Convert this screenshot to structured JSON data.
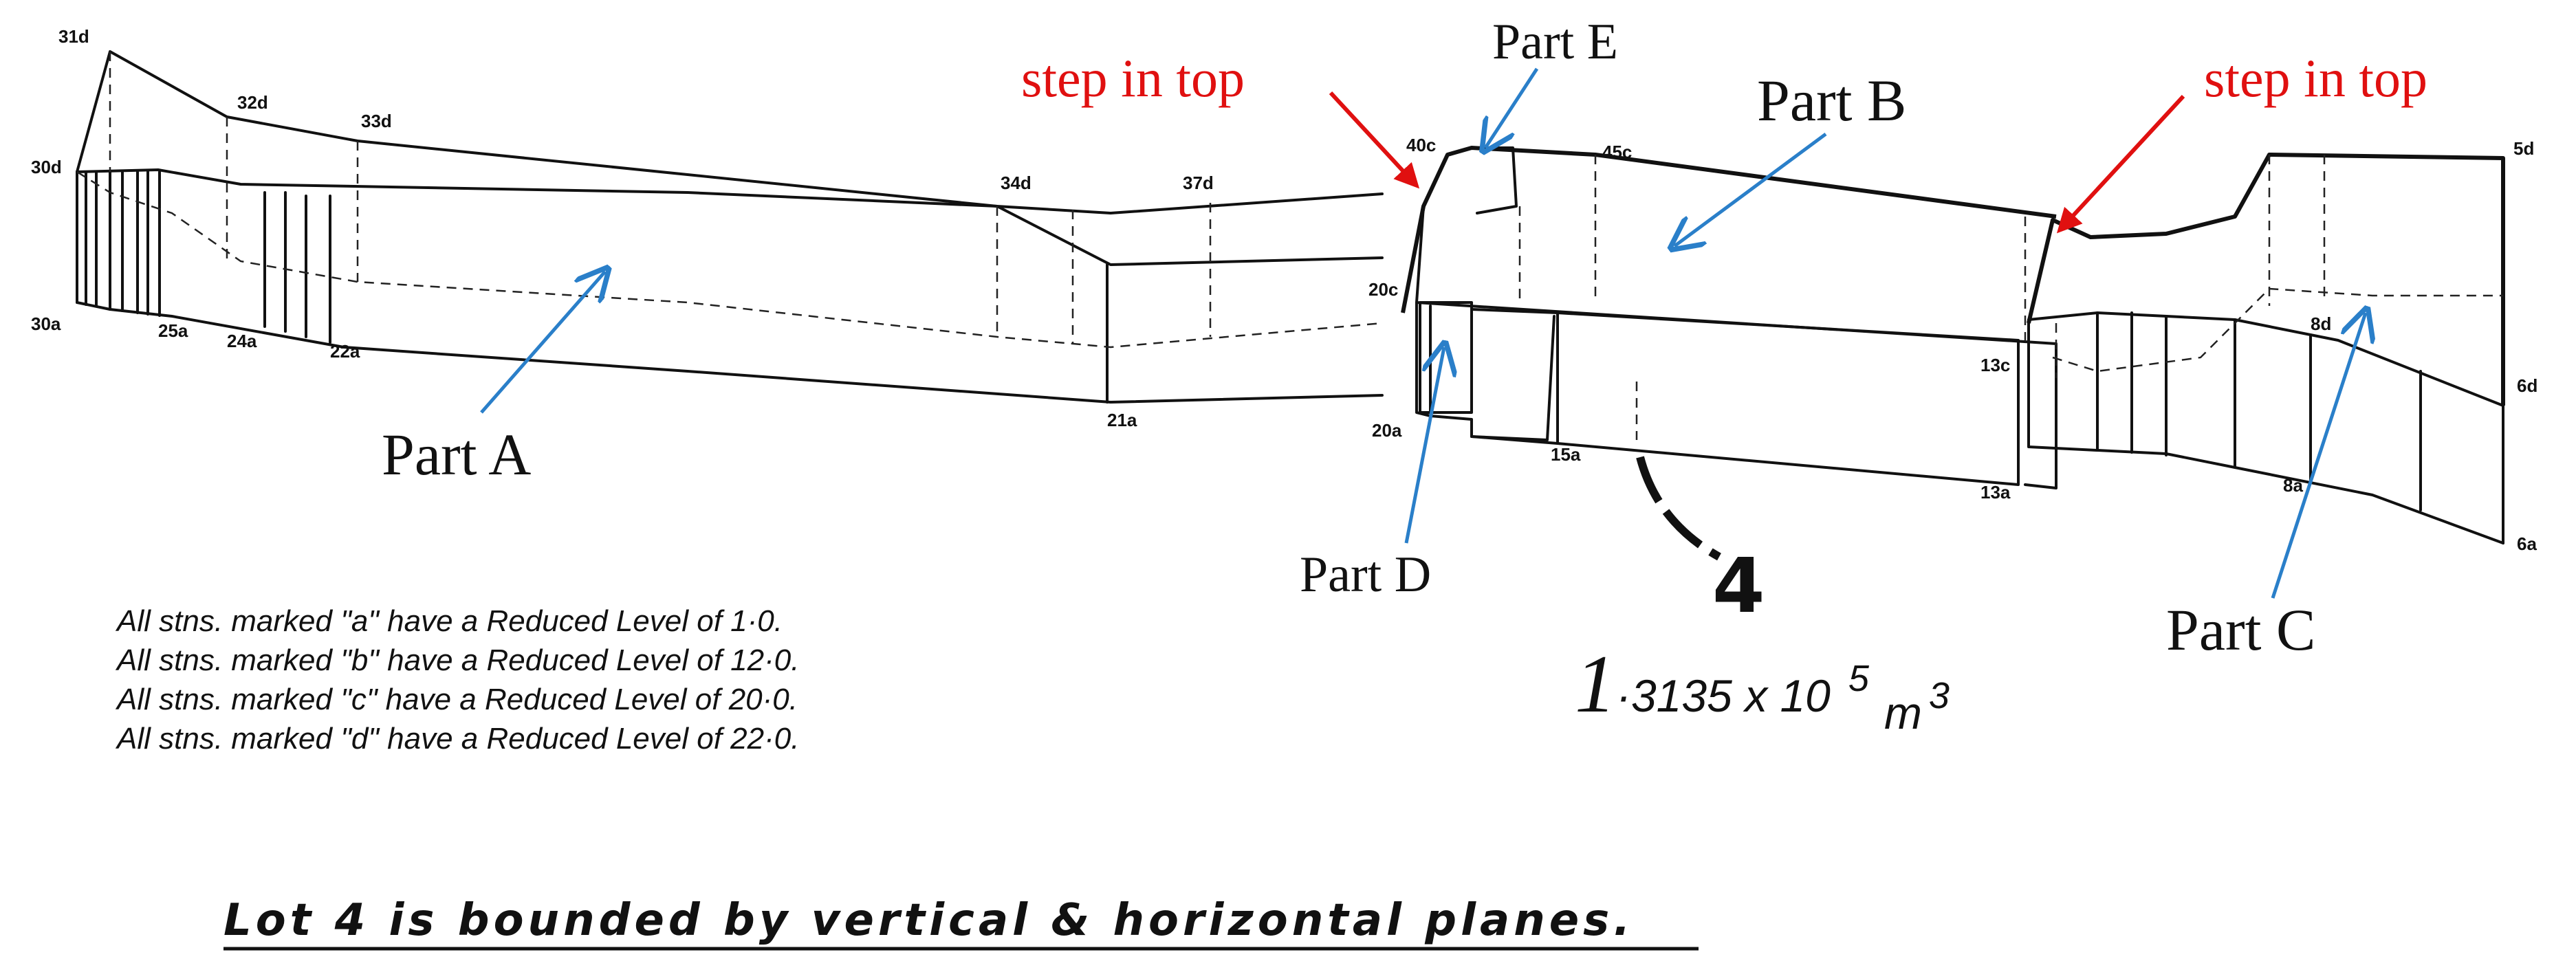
{
  "station_labels": {
    "s31d": "31d",
    "s32d": "32d",
    "s33d": "33d",
    "s34d": "34d",
    "s37d": "37d",
    "s30d": "30d",
    "s30a": "30a",
    "s25a": "25a",
    "s24a": "24a",
    "s22a": "22a",
    "s21a": "21a",
    "s40c": "40c",
    "s45c": "45c",
    "s20c": "20c",
    "s20a": "20a",
    "s15a": "15a",
    "s13c": "13c",
    "s13a": "13a",
    "s5d": "5d",
    "s8d": "8d",
    "s6d": "6d",
    "s8a": "8a",
    "s6a": "6a"
  },
  "parts": {
    "a": "Part A",
    "b": "Part B",
    "c": "Part C",
    "d": "Part D",
    "e": "Part E"
  },
  "annotations": {
    "step_left": "step in top",
    "step_right": "step in top"
  },
  "lot": {
    "number": "4",
    "volume_lead": "1",
    "volume_rest": "·3135 x 10",
    "volume_exp": "5",
    "volume_unit": "m",
    "volume_unit_exp": "3"
  },
  "notes": [
    "All stns. marked \"a\" have a Reduced Level of 1·0.",
    "All stns. marked \"b\" have a Reduced Level of 12·0.",
    "All stns. marked \"c\" have a Reduced Level of 20·0.",
    "All stns. marked \"d\" have a Reduced Level of 22·0."
  ],
  "footer": "Lot 4 is bounded by vertical & horizontal planes.",
  "colors": {
    "annotation_red": "#e01010",
    "arrow_blue": "#2a7fc9",
    "drawing_ink": "#111111"
  }
}
